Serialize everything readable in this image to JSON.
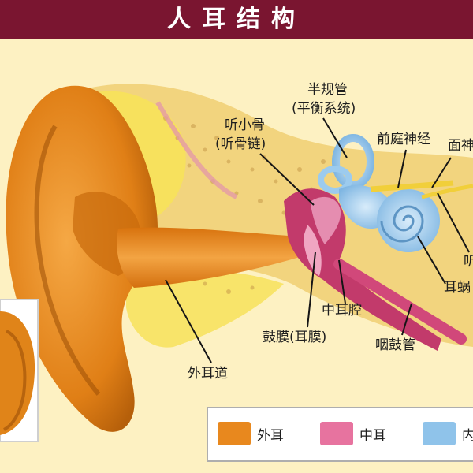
{
  "title": "人耳结构",
  "labels": {
    "semicircular_canals": "半规管",
    "semicircular_canals_sub": "(平衡系统)",
    "ossicles": "听小骨",
    "ossicles_sub": "(听骨链)",
    "vestibular_nerve": "前庭神经",
    "facial_nerve_partial": "面神",
    "cochlear_nerve_partial": "听",
    "cochlea_partial": "耳蜗",
    "middle_ear_cavity": "中耳腔",
    "eardrum": "鼓膜(耳膜)",
    "eustachian_tube": "咽鼓管",
    "ear_canal": "外耳道"
  },
  "legend": [
    {
      "label": "外耳",
      "color": "#e8881e"
    },
    {
      "label": "中耳",
      "color": "#e7739f"
    },
    {
      "label": "内耳",
      "color": "#8fc3ea"
    }
  ],
  "colors": {
    "title_bar": "#7a1530",
    "background": "#fdf1c2",
    "outer_ear": "#e8881e",
    "middle_ear": "#e7739f",
    "inner_ear": "#8fc3ea",
    "nerve": "#f1cf3a",
    "bone": "#f4dc86"
  }
}
